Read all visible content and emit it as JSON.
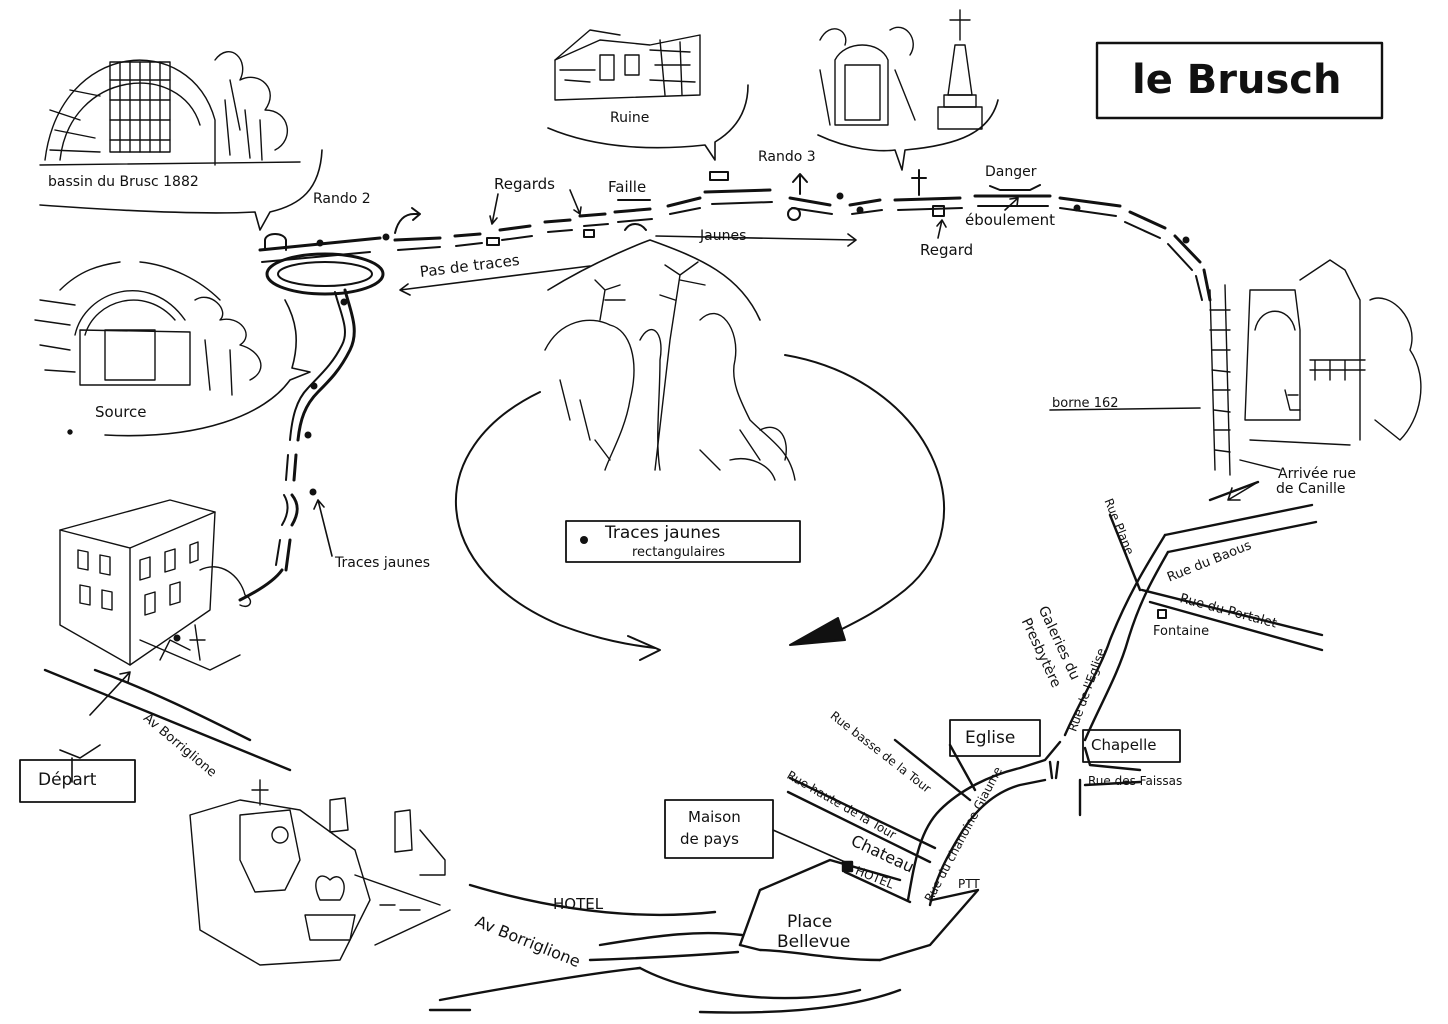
{
  "title": "le Brusch",
  "legend": {
    "line1": "Traces jaunes",
    "line2": "rectangulaires"
  },
  "labels": {
    "bassin": "bassin du Brusc 1882",
    "source": "Source",
    "ruine": "Ruine",
    "rando2": "Rando 2",
    "rando3": "Rando 3",
    "regards": "Regards",
    "faille": "Faille",
    "danger": "Danger",
    "eboulement": "éboulement",
    "regard": "Regard",
    "jaunes": "Jaunes",
    "pas_de_traces": "Pas de traces",
    "traces_jaunes": "Traces jaunes",
    "borne": "borne 162",
    "arrivee_line1": "Arrivée rue",
    "arrivee_line2": "de Canille",
    "rue_baous": "Rue du Baous",
    "rue_portalet": "Rue du Portalet",
    "rue_plane": "Rue Plane",
    "fontaine": "Fontaine",
    "galeries_line1": "Galeries du",
    "galeries_line2": "Presbytère",
    "rue_eglise": "Rue de l'Eglise",
    "eglise": "Eglise",
    "chapelle": "Chapelle",
    "rue_faissas": "Rue des Faissas",
    "rue_basse_tour": "Rue basse de la Tour",
    "rue_haute_tour": "Rue haute de la Tour",
    "rue_chanoine": "Rue du chanoine Giaume",
    "chateau": "Chateau",
    "hotel_small": "HOTEL",
    "ptt": "PTT",
    "maison_line1": "Maison",
    "maison_line2": "de pays",
    "place_line1": "Place",
    "place_line2": "Bellevue",
    "hotel": "HOTEL",
    "av_borriglione_bottom": "Av Borriglione",
    "av_borriglione_left": "Av Borriglione",
    "depart": "Départ"
  },
  "icons": [
    "well-basin-sketch",
    "source-arch-sketch",
    "ruin-house-sketch",
    "cross-monument-sketch",
    "rock-tree-sketch",
    "village-street-sketch",
    "townhouse-sketch",
    "cemetery-sketch",
    "circular-route-arrow",
    "yellow-mark-dot"
  ]
}
